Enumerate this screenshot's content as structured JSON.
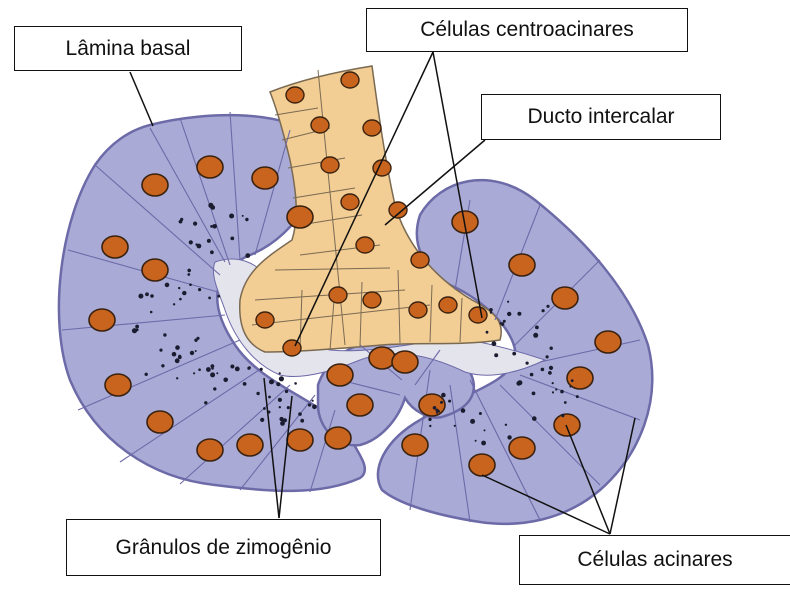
{
  "labels": {
    "lamina_basal": "Lâmina basal",
    "celulas_centroacinares": "Células centroacinares",
    "ducto_intercalar": "Ducto intercalar",
    "granulos_zimogenio": "Grânulos de zimogênio",
    "celulas_acinares": "Células acinares"
  },
  "colors": {
    "acinar_cell": "#a9abd6",
    "acinar_border": "#6d6aa8",
    "duct_cell": "#f2cd94",
    "duct_border": "#7a6a52",
    "nucleus": "#c8641e",
    "lumen": "#e4e4ec",
    "granule": "#1c1c30"
  }
}
